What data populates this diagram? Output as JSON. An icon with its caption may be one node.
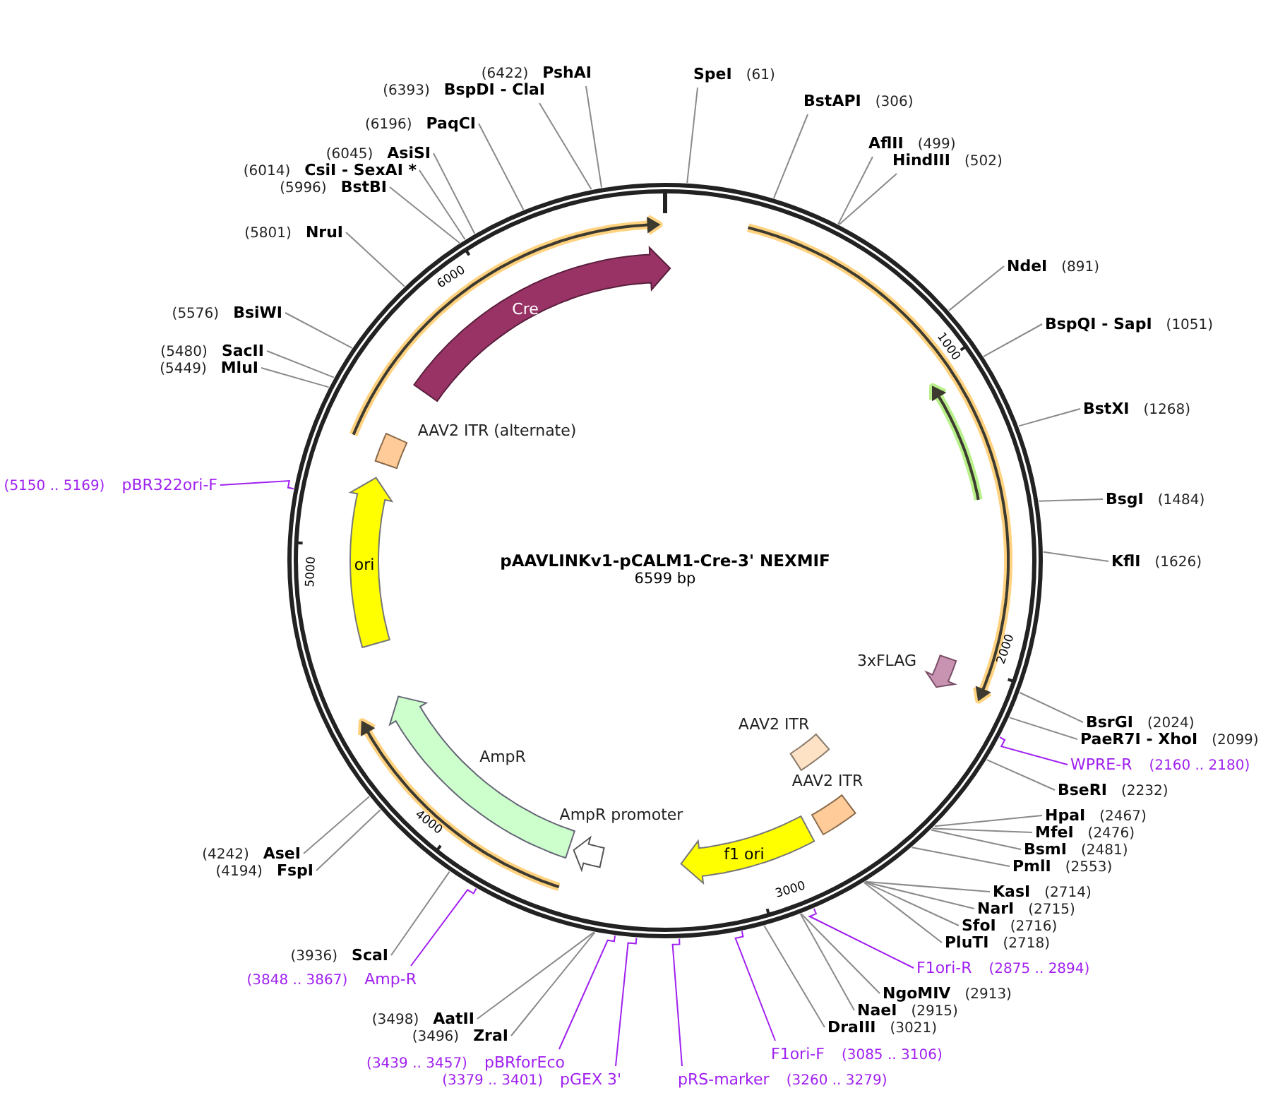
{
  "diagram": {
    "title": "pAAVLINKv1-pCALM1-Cre-3' NEXMIF",
    "nodes": [
      {
        "text": [
          "SpeI",
          "(61)"
        ]
      },
      {
        "text": [
          "BstAPI",
          "(306)"
        ]
      },
      {
        "text": [
          "AflII",
          "(499)"
        ]
      },
      {
        "text": [
          "HindIII",
          "(502)"
        ]
      },
      {
        "text": [
          "NdeI",
          "(891)"
        ]
      },
      {
        "text": [
          "BspQI - SapI",
          "(1051)"
        ]
      },
      {
        "text": [
          "BstXI",
          "(1268)"
        ]
      },
      {
        "text": [
          "BsgI",
          "(1484)"
        ]
      },
      {
        "text": [
          "KflI",
          "(1626)"
        ]
      },
      {
        "text": [
          "BsrGI",
          "(2024)"
        ]
      },
      {
        "text": [
          "PaeR7I - XhoI",
          "(2099)"
        ]
      },
      {
        "text": [
          "WPRE-R",
          "(2160 .. 2180)"
        ]
      },
      {
        "text": [
          "BseRI",
          "(2232)"
        ]
      },
      {
        "text": [
          "HpaI",
          "(2467)"
        ]
      },
      {
        "text": [
          "MfeI",
          "(2476)"
        ]
      },
      {
        "text": [
          "BsmI",
          "(2481)"
        ]
      },
      {
        "text": [
          "PmlI",
          "(2553)"
        ]
      },
      {
        "text": [
          "KasI",
          "(2714)"
        ]
      },
      {
        "text": [
          "NarI",
          "(2715)"
        ]
      },
      {
        "text": [
          "SfoI",
          "(2716)"
        ]
      },
      {
        "text": [
          "PluTI",
          "(2718)"
        ]
      },
      {
        "text": [
          "F1ori-R",
          "(2875 .. 2894)"
        ]
      },
      {
        "text": [
          "NgoMIV",
          "(2913)"
        ]
      },
      {
        "text": [
          "NaeI",
          "(2915)"
        ]
      },
      {
        "text": [
          "DraIII",
          "(3021)"
        ]
      },
      {
        "text": [
          "F1ori-F",
          "(3085 .. 3106)"
        ]
      },
      {
        "text": [
          "pRS-marker",
          "(3260 .. 3279)"
        ]
      },
      {
        "text": [
          "(3379 .. 3401)",
          "pGEX 3'"
        ]
      },
      {
        "text": [
          "(3439 .. 3457)",
          "pBRforEco"
        ]
      },
      {
        "text": [
          "(3496)",
          "ZraI"
        ]
      },
      {
        "text": [
          "(3498)",
          "AatII"
        ]
      },
      {
        "text": [
          "(3848 .. 3867)",
          "Amp-R"
        ]
      },
      {
        "text": [
          "(3936)",
          "ScaI"
        ]
      },
      {
        "text": [
          "(4194)",
          "FspI"
        ]
      },
      {
        "text": [
          "(4242)",
          "AseI"
        ]
      },
      {
        "text": [
          "(5150 .. 5169)",
          "pBR322ori-F"
        ]
      },
      {
        "text": [
          "(5449)",
          "MluI"
        ]
      },
      {
        "text": [
          "(5480)",
          "SacII"
        ]
      },
      {
        "text": [
          "(5576)",
          "BsiWI"
        ]
      },
      {
        "text": [
          "(5801)",
          "NruI"
        ]
      },
      {
        "text": [
          "(5996)",
          "BstBI"
        ]
      },
      {
        "text": [
          "(6014)",
          "CsiI - SexAI *"
        ]
      },
      {
        "text": [
          "(6045)",
          "AsiSI"
        ]
      },
      {
        "text": [
          "(6196)",
          "PaqCI"
        ]
      },
      {
        "text": [
          "(6393)",
          "BspDI - ClaI"
        ]
      },
      {
        "text": [
          "(6422)",
          "PshAI"
        ]
      },
      {
        "text": [
          "Cre"
        ]
      },
      {
        "text": [
          "3xFLAG"
        ]
      },
      {
        "text": [
          "AAV2 ITR"
        ]
      },
      {
        "text": [
          "AAV2 ITR"
        ]
      },
      {
        "text": [
          "f1 ori"
        ]
      },
      {
        "text": [
          "AmpR promoter"
        ]
      },
      {
        "text": [
          "AmpR"
        ]
      },
      {
        "text": [
          "ori"
        ]
      },
      {
        "text": [
          "AAV2 ITR (alternate)"
        ]
      }
    ],
    "edges": [
      {
        "from": 0,
        "to": null,
        "arrow": "none"
      },
      {
        "from": 1,
        "to": null,
        "arrow": "none"
      },
      {
        "from": 2,
        "to": null,
        "arrow": "none"
      },
      {
        "from": 3,
        "to": null,
        "arrow": "none"
      },
      {
        "from": 4,
        "to": null,
        "arrow": "none"
      },
      {
        "from": 5,
        "to": null,
        "arrow": "none"
      },
      {
        "from": 6,
        "to": null,
        "arrow": "none"
      },
      {
        "from": 7,
        "to": null,
        "arrow": "none"
      },
      {
        "from": 8,
        "to": null,
        "arrow": "none"
      },
      {
        "from": 9,
        "to": null,
        "arrow": "none"
      },
      {
        "from": 10,
        "to": null,
        "arrow": "none"
      },
      {
        "from": 11,
        "to": null,
        "arrow": "none",
        "color": "#a020f0"
      },
      {
        "from": 12,
        "to": null,
        "arrow": "none"
      },
      {
        "from": 13,
        "to": null,
        "arrow": "none"
      },
      {
        "from": 14,
        "to": null,
        "arrow": "none"
      },
      {
        "from": 15,
        "to": null,
        "arrow": "none"
      },
      {
        "from": 16,
        "to": null,
        "arrow": "none"
      },
      {
        "from": 17,
        "to": null,
        "arrow": "none"
      },
      {
        "from": 18,
        "to": null,
        "arrow": "none"
      },
      {
        "from": 19,
        "to": null,
        "arrow": "none"
      },
      {
        "from": 20,
        "to": null,
        "arrow": "none"
      },
      {
        "from": 21,
        "to": null,
        "arrow": "none",
        "color": "#a020f0"
      },
      {
        "from": 22,
        "to": null,
        "arrow": "none"
      },
      {
        "from": 23,
        "to": null,
        "arrow": "none"
      },
      {
        "from": 24,
        "to": null,
        "arrow": "none"
      },
      {
        "from": 25,
        "to": null,
        "arrow": "none",
        "color": "#a020f0"
      },
      {
        "from": 26,
        "to": null,
        "arrow": "none",
        "color": "#a020f0"
      },
      {
        "from": 27,
        "to": null,
        "arrow": "none",
        "color": "#a020f0"
      },
      {
        "from": 28,
        "to": null,
        "arrow": "none",
        "color": "#a020f0"
      },
      {
        "from": 29,
        "to": null,
        "arrow": "none"
      },
      {
        "from": 30,
        "to": null,
        "arrow": "none"
      },
      {
        "from": 31,
        "to": null,
        "arrow": "none",
        "color": "#a020f0"
      },
      {
        "from": 32,
        "to": null,
        "arrow": "none"
      },
      {
        "from": 33,
        "to": null,
        "arrow": "none"
      },
      {
        "from": 34,
        "to": null,
        "arrow": "none"
      },
      {
        "from": 35,
        "to": null,
        "arrow": "none",
        "color": "#a020f0"
      },
      {
        "from": 36,
        "to": null,
        "arrow": "none"
      },
      {
        "from": 37,
        "to": null,
        "arrow": "none"
      },
      {
        "from": 38,
        "to": null,
        "arrow": "none"
      },
      {
        "from": 39,
        "to": null,
        "arrow": "none"
      },
      {
        "from": 40,
        "to": null,
        "arrow": "none"
      },
      {
        "from": 41,
        "to": null,
        "arrow": "none"
      },
      {
        "from": 42,
        "to": null,
        "arrow": "none"
      },
      {
        "from": 43,
        "to": null,
        "arrow": "none"
      },
      {
        "from": 44,
        "to": null,
        "arrow": "none"
      },
      {
        "from": 45,
        "to": null,
        "arrow": "none"
      }
    ],
    "labels": [
      "6599 bp",
      "1000",
      "2000",
      "3000",
      "4000",
      "5000",
      "6000"
    ]
  }
}
